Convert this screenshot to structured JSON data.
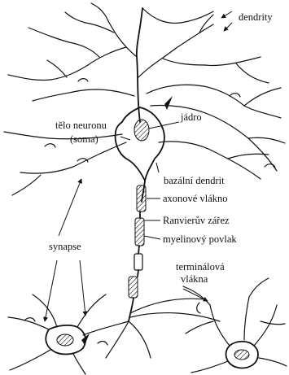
{
  "diagram": {
    "labels": {
      "dendrity": "dendrity",
      "jadro": "jádro",
      "telo_line1": "tělo neuronu",
      "telo_line2": "(soma)",
      "bazalni": "bazální dendrit",
      "axon": "axonové vlákno",
      "ranvier": "Ranvierův zářez",
      "myelin": "myelinový povlak",
      "synapse": "synapse",
      "terminal_line1": "terminálová",
      "terminal_line2": "vlákna"
    }
  }
}
